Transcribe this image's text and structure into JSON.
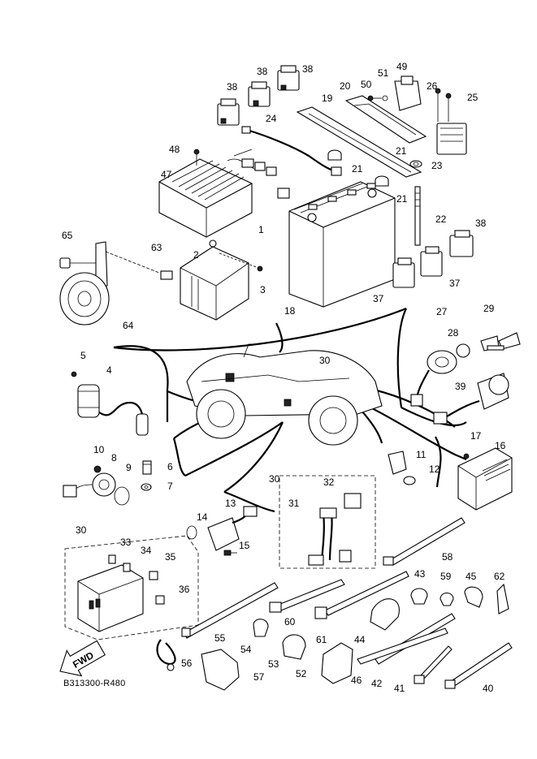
{
  "diagram": {
    "reference_code": "B313300-R480",
    "fwd_arrow_label": "FWD",
    "callouts": [
      {
        "id": "c1",
        "label": "1"
      },
      {
        "id": "c2",
        "label": "2"
      },
      {
        "id": "c3",
        "label": "3"
      },
      {
        "id": "c4",
        "label": "4"
      },
      {
        "id": "c5",
        "label": "5"
      },
      {
        "id": "c6",
        "label": "6"
      },
      {
        "id": "c7",
        "label": "7"
      },
      {
        "id": "c8",
        "label": "8"
      },
      {
        "id": "c9",
        "label": "9"
      },
      {
        "id": "c10",
        "label": "10"
      },
      {
        "id": "c11",
        "label": "11"
      },
      {
        "id": "c12",
        "label": "12"
      },
      {
        "id": "c13",
        "label": "13"
      },
      {
        "id": "c14",
        "label": "14"
      },
      {
        "id": "c15",
        "label": "15"
      },
      {
        "id": "c16",
        "label": "16"
      },
      {
        "id": "c17",
        "label": "17"
      },
      {
        "id": "c18",
        "label": "18"
      },
      {
        "id": "c19",
        "label": "19"
      },
      {
        "id": "c20",
        "label": "20"
      },
      {
        "id": "c21a",
        "label": "21"
      },
      {
        "id": "c21b",
        "label": "21"
      },
      {
        "id": "c21c",
        "label": "21"
      },
      {
        "id": "c22",
        "label": "22"
      },
      {
        "id": "c23",
        "label": "23"
      },
      {
        "id": "c24",
        "label": "24"
      },
      {
        "id": "c25",
        "label": "25"
      },
      {
        "id": "c26",
        "label": "26"
      },
      {
        "id": "c27",
        "label": "27"
      },
      {
        "id": "c28",
        "label": "28"
      },
      {
        "id": "c29",
        "label": "29"
      },
      {
        "id": "c30a",
        "label": "30"
      },
      {
        "id": "c30b",
        "label": "30"
      },
      {
        "id": "c30c",
        "label": "30"
      },
      {
        "id": "c31",
        "label": "31"
      },
      {
        "id": "c32",
        "label": "32"
      },
      {
        "id": "c33",
        "label": "33"
      },
      {
        "id": "c34",
        "label": "34"
      },
      {
        "id": "c35",
        "label": "35"
      },
      {
        "id": "c36",
        "label": "36"
      },
      {
        "id": "c37a",
        "label": "37"
      },
      {
        "id": "c37b",
        "label": "37"
      },
      {
        "id": "c38a",
        "label": "38"
      },
      {
        "id": "c38b",
        "label": "38"
      },
      {
        "id": "c38c",
        "label": "38"
      },
      {
        "id": "c38d",
        "label": "38"
      },
      {
        "id": "c39",
        "label": "39"
      },
      {
        "id": "c40",
        "label": "40"
      },
      {
        "id": "c41",
        "label": "41"
      },
      {
        "id": "c42",
        "label": "42"
      },
      {
        "id": "c43",
        "label": "43"
      },
      {
        "id": "c44",
        "label": "44"
      },
      {
        "id": "c45",
        "label": "45"
      },
      {
        "id": "c46",
        "label": "46"
      },
      {
        "id": "c47",
        "label": "47"
      },
      {
        "id": "c48",
        "label": "48"
      },
      {
        "id": "c49",
        "label": "49"
      },
      {
        "id": "c50",
        "label": "50"
      },
      {
        "id": "c51",
        "label": "51"
      },
      {
        "id": "c52",
        "label": "52"
      },
      {
        "id": "c53",
        "label": "53"
      },
      {
        "id": "c54",
        "label": "54"
      },
      {
        "id": "c55",
        "label": "55"
      },
      {
        "id": "c56",
        "label": "56"
      },
      {
        "id": "c57",
        "label": "57"
      },
      {
        "id": "c58",
        "label": "58"
      },
      {
        "id": "c59",
        "label": "59"
      },
      {
        "id": "c60",
        "label": "60"
      },
      {
        "id": "c61",
        "label": "61"
      },
      {
        "id": "c62",
        "label": "62"
      },
      {
        "id": "c63",
        "label": "63"
      },
      {
        "id": "c64",
        "label": "64"
      },
      {
        "id": "c65",
        "label": "65"
      }
    ]
  }
}
